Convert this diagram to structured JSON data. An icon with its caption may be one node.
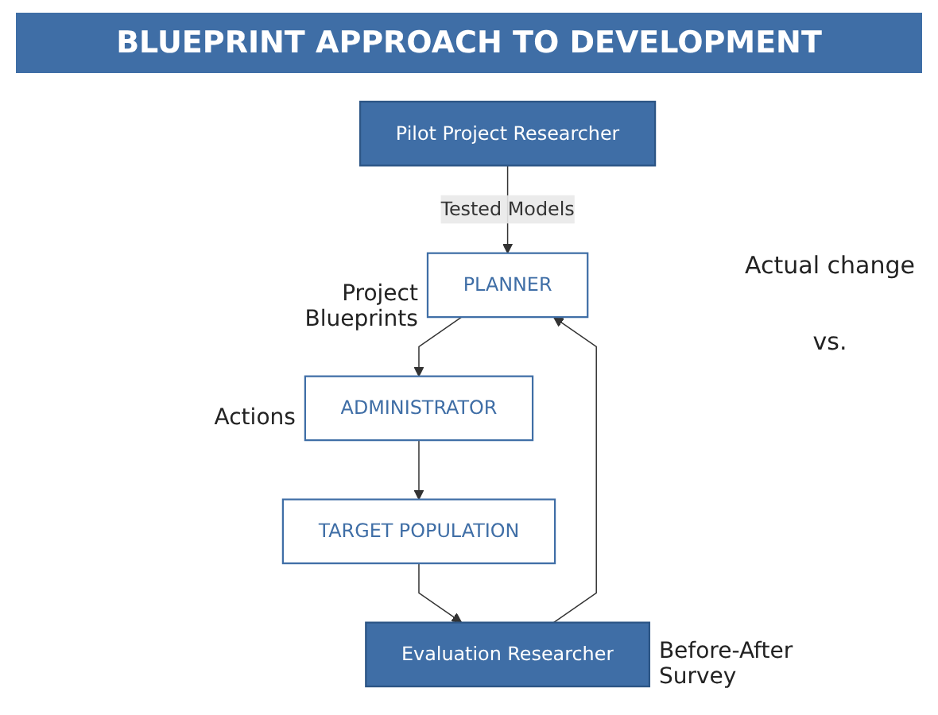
{
  "diagram": {
    "title": "BLUEPRINT APPROACH TO DEVELOPMENT",
    "nodes": [
      {
        "text": [
          "PLANNER"
        ],
        "beside": [
          "Project Blueprints"
        ]
      },
      {
        "text": [
          "ADMINISTRATOR"
        ],
        "beside": [
          "Actions"
        ]
      },
      {
        "text": [
          "TARGET POPULATION"
        ]
      },
      {
        "text": [
          "Pilot Project Researcher"
        ]
      },
      {
        "text": [
          "Evaluation Researcher"
        ],
        "beside": [
          "Before-After Survey"
        ]
      }
    ],
    "edges": [
      {
        "from": 3,
        "to": 0,
        "arrow": "to",
        "label": "Tested Models"
      },
      {
        "from": 0,
        "to": 1,
        "arrow": "to"
      },
      {
        "from": 1,
        "to": 2,
        "arrow": "to"
      },
      {
        "from": 2,
        "to": 4,
        "arrow": "to"
      },
      {
        "from": 4,
        "to": 0,
        "arrow": "to"
      }
    ],
    "labels": [
      "Actual change",
      "vs."
    ]
  }
}
